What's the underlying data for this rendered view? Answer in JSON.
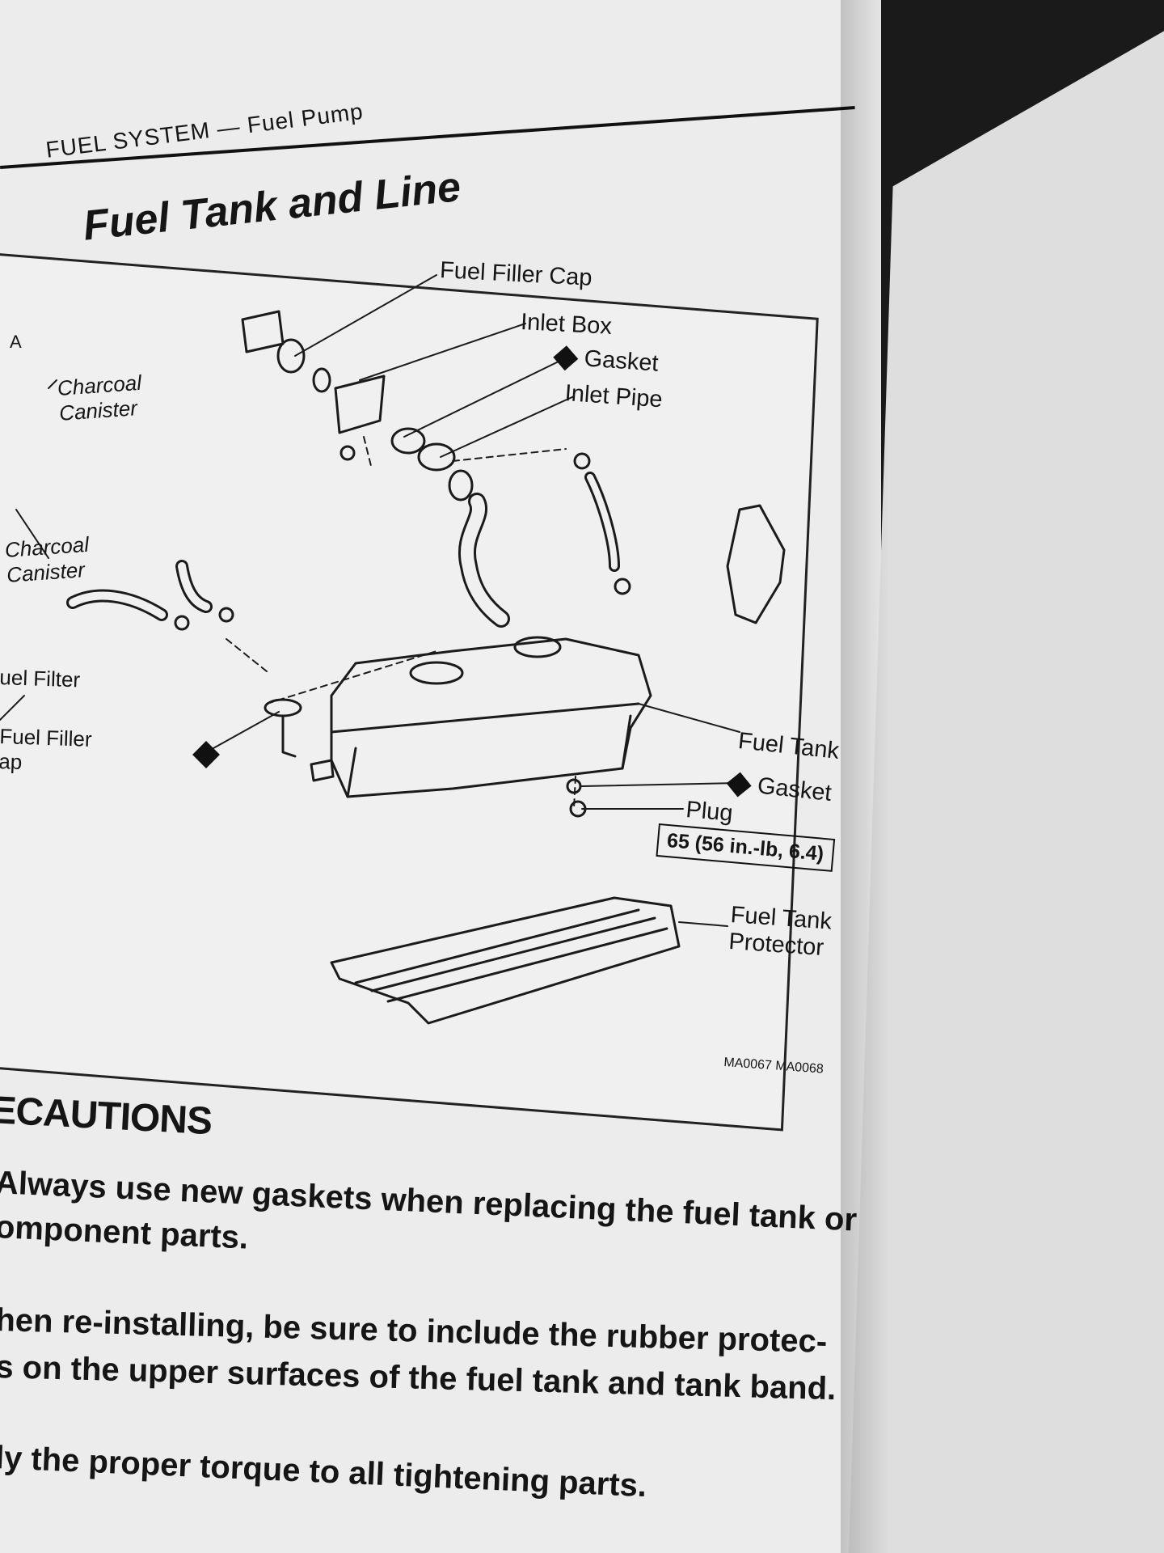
{
  "page": {
    "header": "FUEL SYSTEM — Fuel Pump",
    "title": "Fuel Tank and Line",
    "diagram": {
      "frame_label": "A",
      "labels": {
        "fuel_filler_cap": "Fuel Filler Cap",
        "inlet_box": "Inlet Box",
        "gasket_upper": "Gasket",
        "inlet_pipe": "Inlet Pipe",
        "charcoal_canister_1": "Charcoal Canister",
        "charcoal_canister_2": "Charcoal Canister",
        "fuel_filter": "uel Filter",
        "fuel_filler_cap_left": "Fuel Filler ap",
        "fuel_tank": "Fuel Tank",
        "gasket_lower": "Gasket",
        "plug": "Plug",
        "torque": "65 (56 in.-lb, 6.4)",
        "fuel_tank_protector": "Fuel Tank Protector"
      },
      "reference": "MA0067 MA0068"
    },
    "precautions": {
      "heading": "ECAUTIONS",
      "items": [
        "Always use new gaskets when replacing the fuel tank or",
        "omponent parts.",
        "hen re-installing, be sure to include the rubber protec-",
        "s on the upper surfaces of the fuel tank and tank band.",
        "ly the proper torque to all tightening parts."
      ]
    }
  }
}
